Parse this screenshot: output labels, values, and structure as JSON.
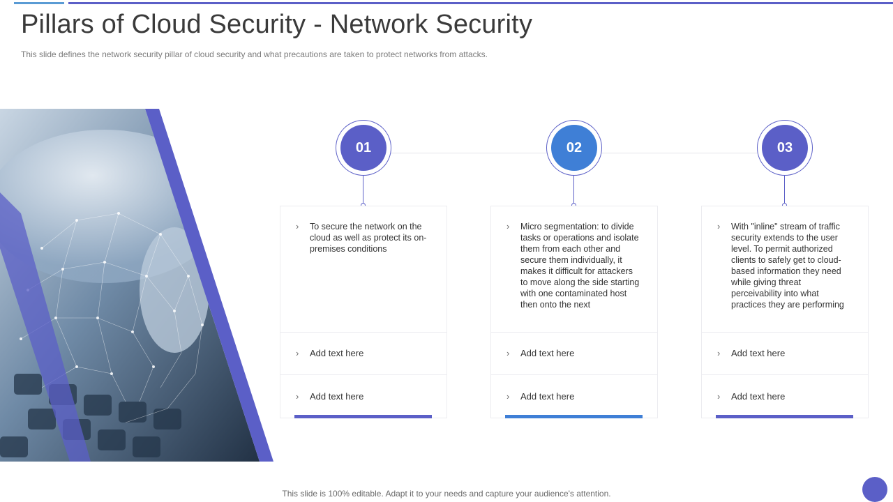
{
  "title": "Pillars of Cloud Security - Network Security",
  "subtitle": "This slide defines the network security pillar of cloud security and what precautions are taken to protect networks from attacks.",
  "footer": "This slide is 100% editable. Adapt it to your needs and capture your audience's attention.",
  "colors": {
    "accent": "#5b5fc7",
    "accent_blue": "#3f7fd6",
    "light_blue": "#5a9bd4"
  },
  "pillars": [
    {
      "number": "01",
      "main": "To secure the network on the cloud as well as protect its on-premises conditions",
      "items": [
        "Add text here",
        "Add text here"
      ]
    },
    {
      "number": "02",
      "main": "Micro segmentation: to divide tasks or operations and isolate them from each other and secure them individually, it makes it difficult for attackers to move along the side starting with one contaminated host then onto the next",
      "items": [
        "Add text here",
        "Add text here"
      ]
    },
    {
      "number": "03",
      "main": "With \"inline\" stream of traffic security extends to the user level. To permit authorized clients to safely get to cloud-based information they need while giving threat perceivability into what practices they are performing",
      "items": [
        "Add text here",
        "Add text here"
      ]
    }
  ]
}
